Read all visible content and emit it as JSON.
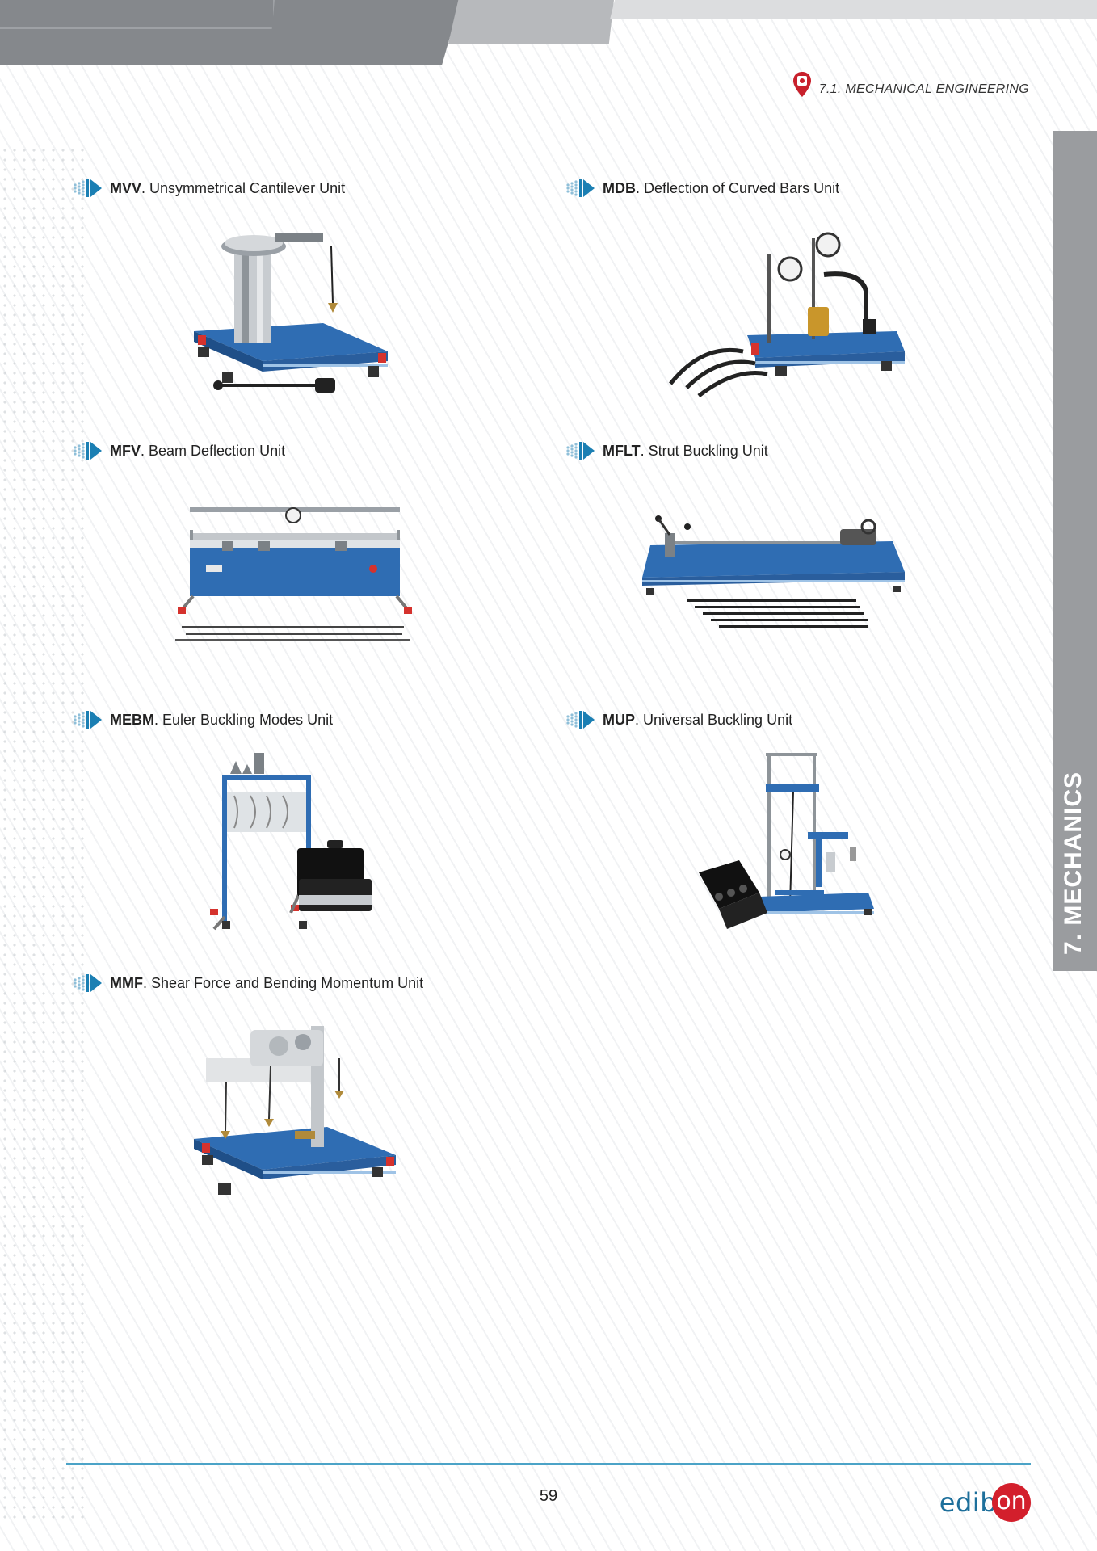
{
  "header": {
    "section_label": "7.1. MECHANICAL ENGINEERING",
    "icon": "location-pin-icon"
  },
  "side_tab": {
    "label": "7. MECHANICS"
  },
  "products": [
    {
      "code": "MVV",
      "name": ". Unsymmetrical Cantilever Unit",
      "image": "cantilever-unit-image"
    },
    {
      "code": "MDB",
      "name": ". Deflection of Curved Bars Unit",
      "image": "curved-bars-unit-image"
    },
    {
      "code": "MFV",
      "name": ". Beam Deflection Unit",
      "image": "beam-deflection-unit-image"
    },
    {
      "code": "MFLT",
      "name": ". Strut Buckling Unit",
      "image": "strut-buckling-unit-image"
    },
    {
      "code": "MEBM",
      "name": ". Euler Buckling Modes Unit",
      "image": "euler-buckling-unit-image"
    },
    {
      "code": "MUP",
      "name": ". Universal Buckling Unit",
      "image": "universal-buckling-unit-image"
    },
    {
      "code": "MMF",
      "name": ". Shear Force and Bending Momentum Unit",
      "image": "shear-force-unit-image"
    }
  ],
  "footer": {
    "page_number": "59",
    "logo_text": "edib",
    "logo_circle_text": "on"
  },
  "colors": {
    "accent_blue": "#1d6f9b",
    "arrow_blue": "#1b7fb3",
    "brand_red": "#d31f2c",
    "equipment_blue": "#2f6db3"
  }
}
